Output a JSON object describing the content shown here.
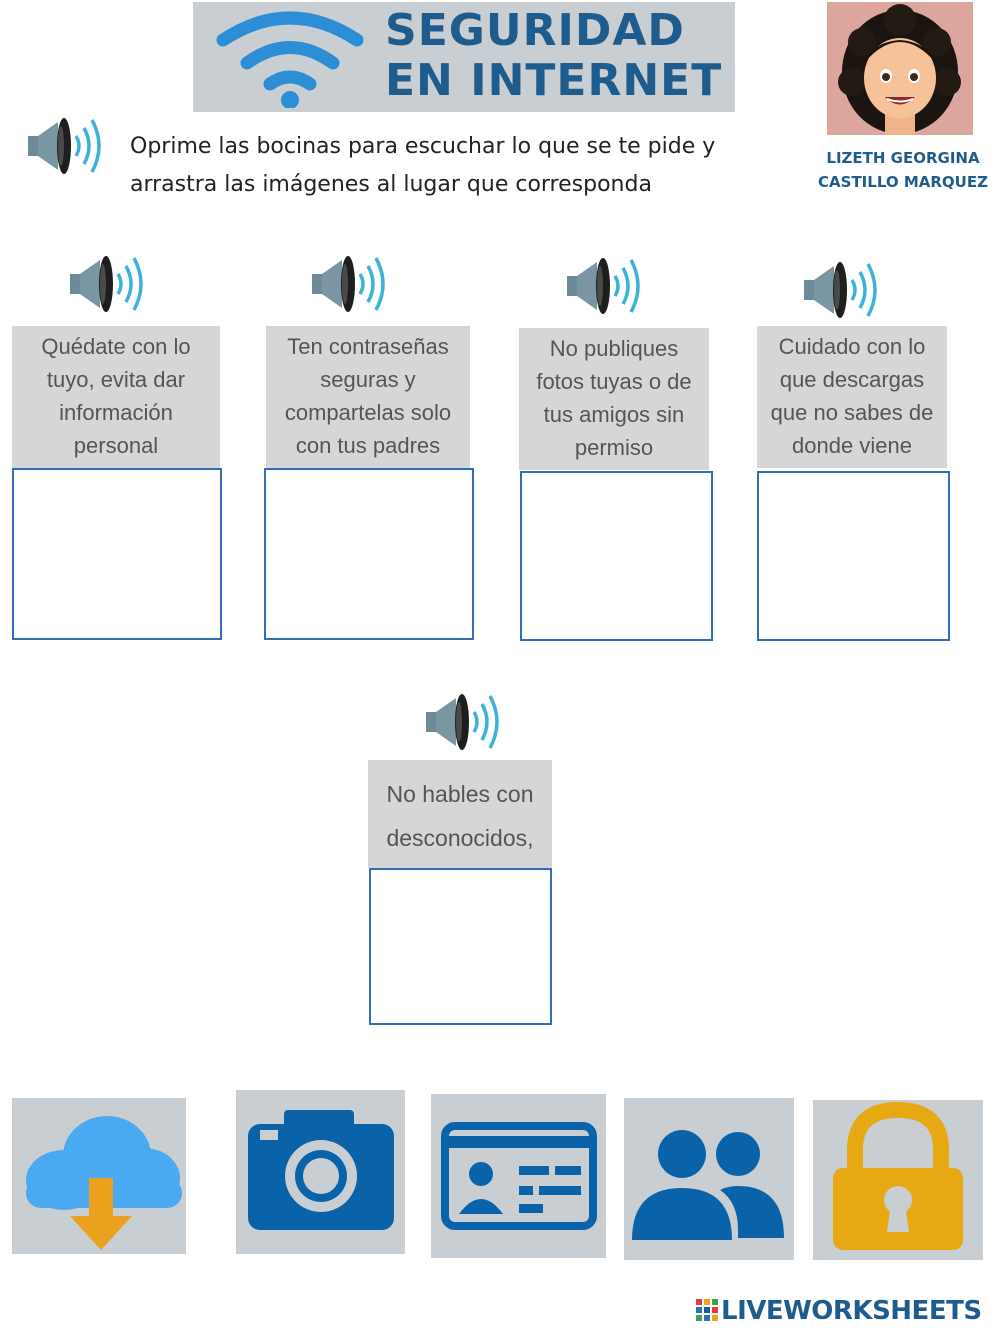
{
  "header": {
    "title_line1": "SEGURIDAD",
    "title_line2": "EN INTERNET"
  },
  "instructions": "Oprime las bocinas para escuchar lo que se te pide y arrastra las imágenes al lugar que corresponda",
  "author": {
    "line1": "LIZETH GEORGINA",
    "line2": "CASTILLO MARQUEZ"
  },
  "cards": [
    {
      "lines": [
        "Quédate con lo",
        "tuyo, evita dar",
        "información",
        "personal"
      ]
    },
    {
      "lines": [
        "Ten contraseñas",
        "seguras y",
        "compartelas solo",
        "con tus padres"
      ]
    },
    {
      "lines": [
        "No publiques",
        "fotos tuyas o de",
        "tus amigos sin",
        "permiso"
      ]
    },
    {
      "lines": [
        "Cuidado con lo",
        "que descargas",
        "que no sabes de",
        "donde viene"
      ]
    },
    {
      "lines": [
        "No hables con",
        "desconocidos,"
      ]
    }
  ],
  "tiles": [
    {
      "icon": "cloud-download-icon"
    },
    {
      "icon": "camera-icon"
    },
    {
      "icon": "id-card-icon"
    },
    {
      "icon": "users-icon"
    },
    {
      "icon": "padlock-icon"
    }
  ],
  "colors": {
    "brand_blue": "#1f5c8e",
    "icon_blue": "#0a63a8",
    "wifi_blue": "#2c8fd6",
    "lock_gold": "#e7a912",
    "drop_border": "#2f6fb3"
  },
  "brand": "LIVEWORKSHEETS"
}
